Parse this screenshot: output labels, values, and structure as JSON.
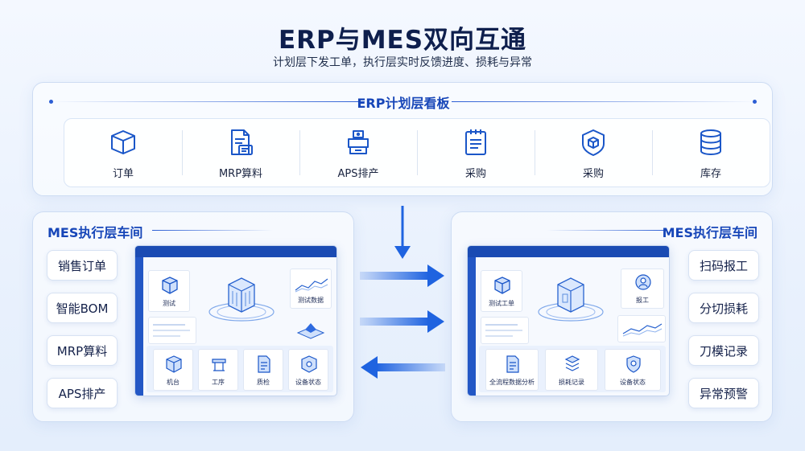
{
  "header": {
    "title": "ERP与MES双向互通",
    "subtitle": "计划层下发工单，执行层实时反馈进度、损耗与异常"
  },
  "erp": {
    "title": "ERP计划层看板",
    "items": [
      {
        "label": "订单",
        "icon": "box-icon"
      },
      {
        "label": "MRP算料",
        "icon": "document-calc-icon"
      },
      {
        "label": "APS排产",
        "icon": "package-stack-icon"
      },
      {
        "label": "采购",
        "icon": "clipboard-icon"
      },
      {
        "label": "采购",
        "icon": "shield-box-icon"
      },
      {
        "label": "库存",
        "icon": "database-icon"
      }
    ]
  },
  "mes_left": {
    "title": "MES执行层车间",
    "buttons": [
      "销售订单",
      "智能BOM",
      "MRP算料",
      "APS排产"
    ],
    "screen": {
      "cards_top": [
        "测试",
        "测试数据"
      ],
      "cards_bottom": [
        "机台",
        "工序",
        "质检",
        "设备状态"
      ]
    }
  },
  "mes_right": {
    "title": "MES执行层车间",
    "buttons": [
      "扫码报工",
      "分切损耗",
      "刀模记录",
      "异常预警"
    ],
    "screen": {
      "cards_top": [
        "测试工单",
        "报工"
      ],
      "cards_bottom": [
        "全流程数据分析",
        "损耗记录",
        "设备状态"
      ]
    }
  },
  "colors": {
    "accent": "#1746b8",
    "arrow": "#1f63e0",
    "title": "#0e1f4d"
  }
}
